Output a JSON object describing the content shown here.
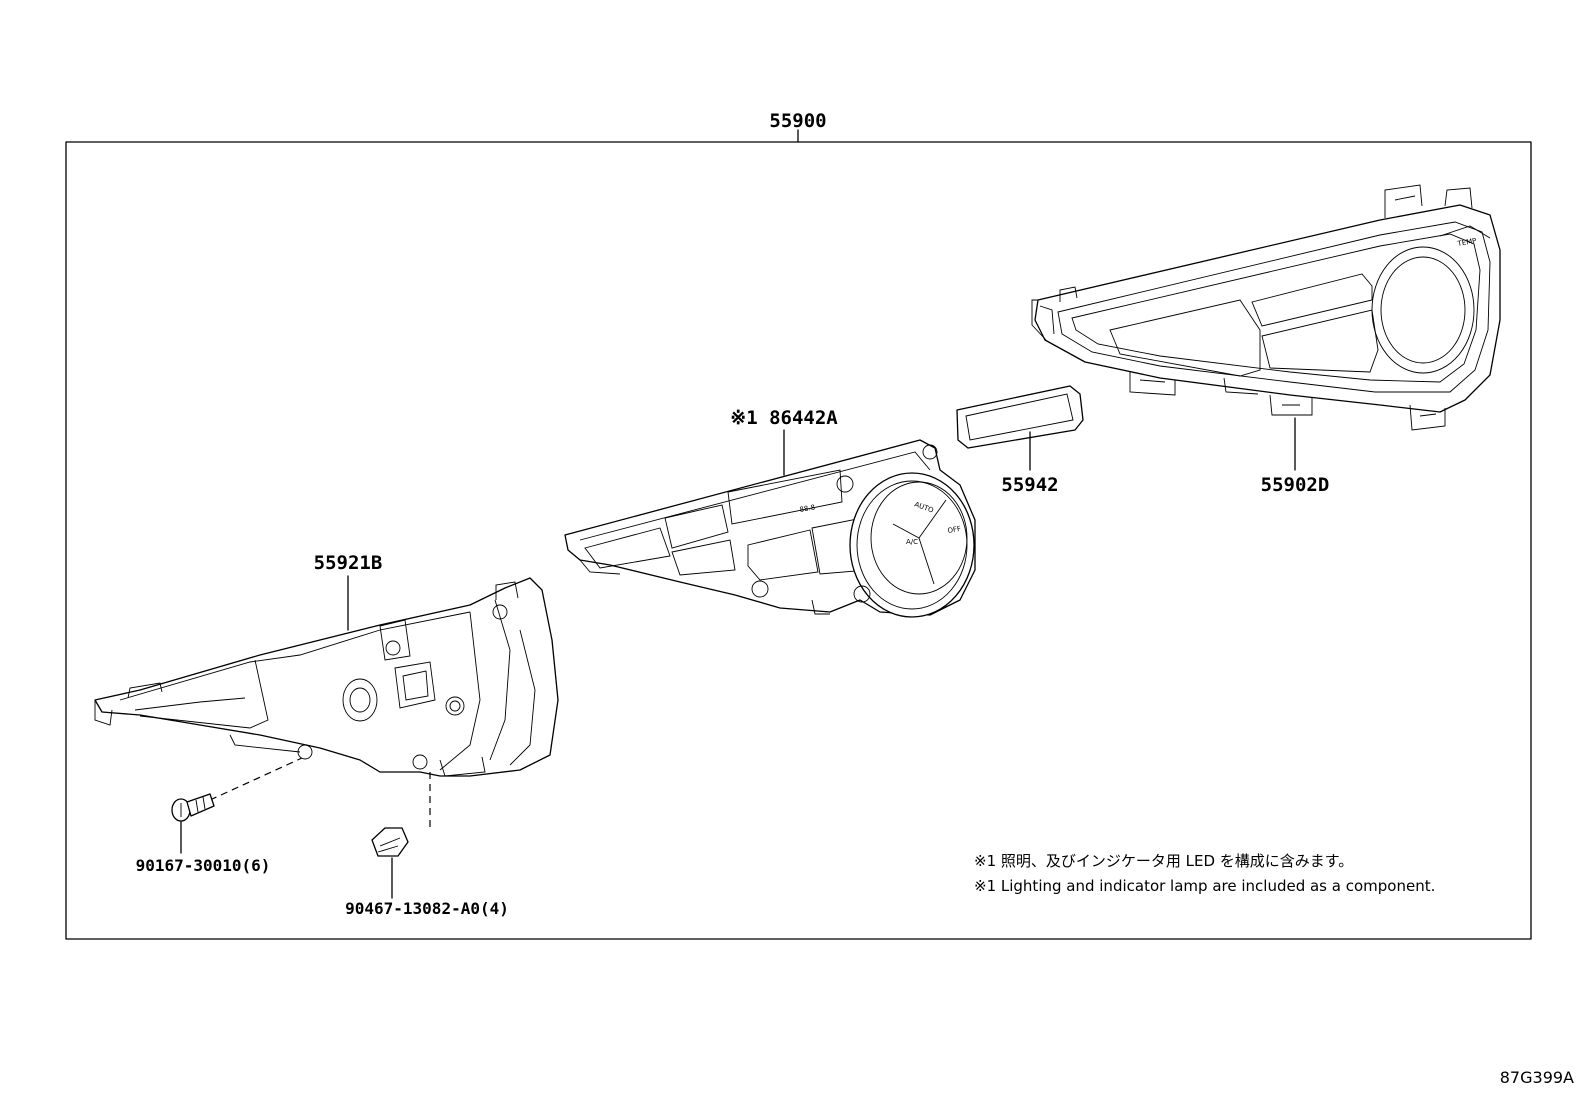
{
  "assembly": {
    "part_number": "55900"
  },
  "parts": {
    "control": {
      "part_number": "※1 86442A",
      "knob_labels": [
        "AUTO",
        "A/C",
        "OFF"
      ],
      "display": "88.8"
    },
    "frame": {
      "part_number": "55921B"
    },
    "spacer": {
      "part_number": "55942"
    },
    "panel": {
      "part_number": "55902D",
      "label": "TEMP"
    },
    "screw": {
      "part_number": "90167-30010(6)"
    },
    "clip": {
      "part_number": "90467-13082-A0(4)"
    }
  },
  "notes": [
    "※1 照明、及びインジケータ用 LED を構成に含みます。",
    "※1 Lighting and indicator lamp are included as a component."
  ],
  "diagram_id": "87G399A"
}
